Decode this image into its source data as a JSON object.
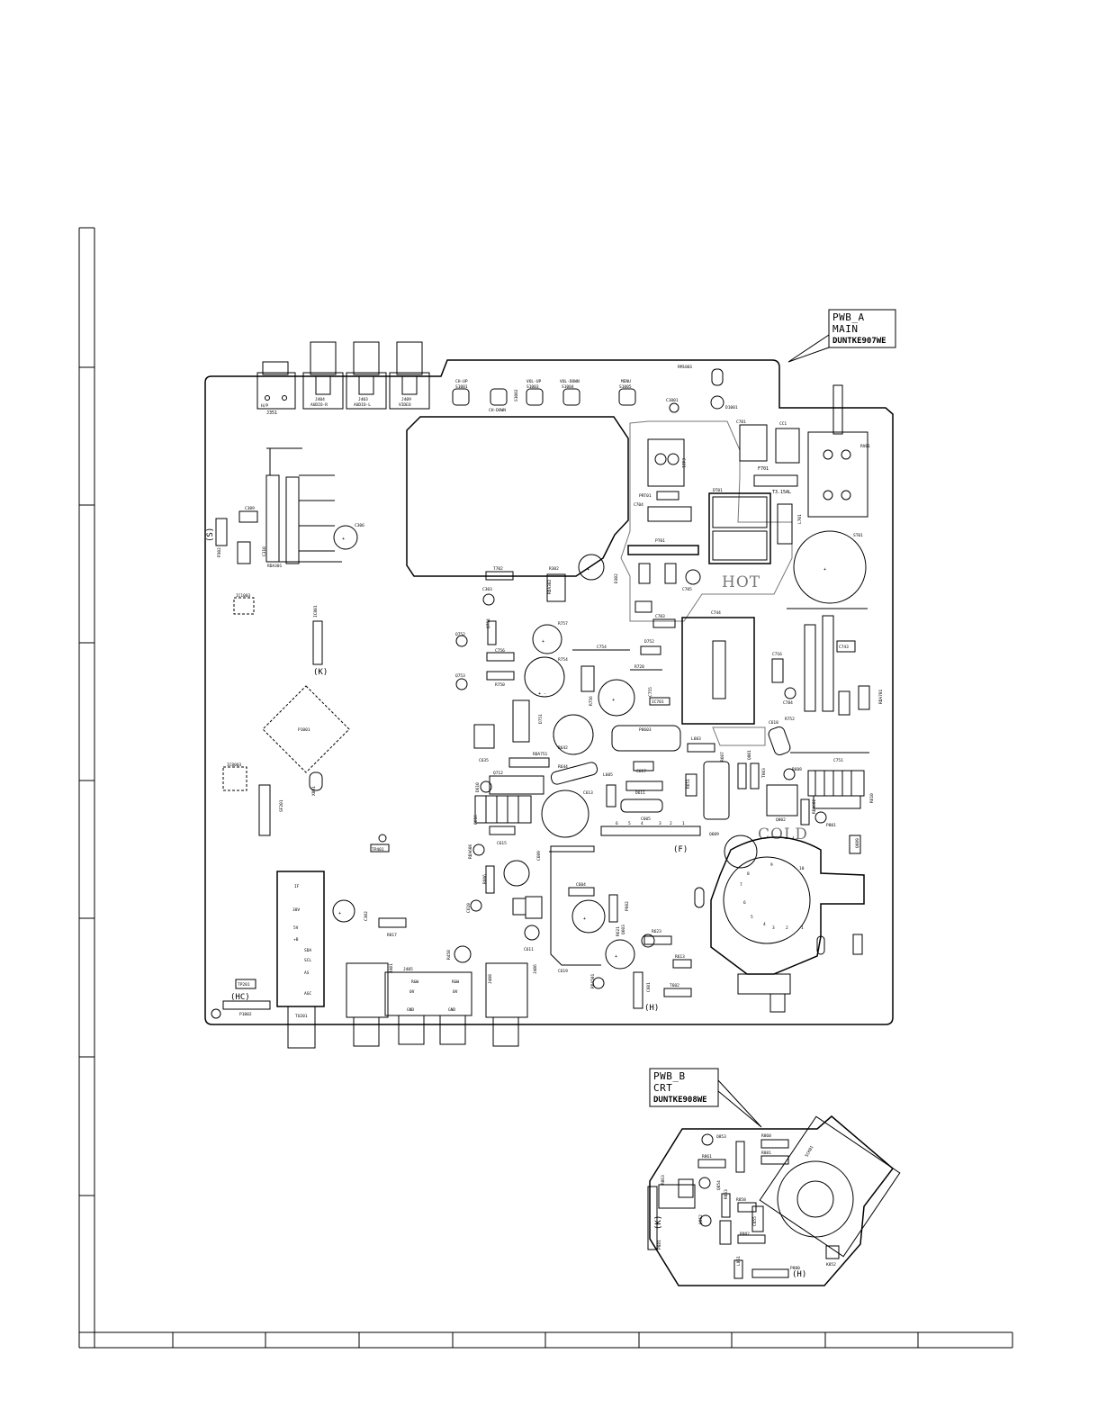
{
  "callouts": {
    "pwb_a": {
      "line1": "PWB_A",
      "line2": "MAIN",
      "code": "DUNTKE907WE"
    },
    "pwb_b": {
      "line1": "PWB_B",
      "line2": "CRT",
      "code": "DUNTKE908WE"
    }
  },
  "zones": {
    "hot": "HOT",
    "cold": "COLD"
  },
  "jacks": [
    {
      "ref": "J351",
      "name": "H/P"
    },
    {
      "ref": "J404",
      "name": "AUDIO-R"
    },
    {
      "ref": "J403",
      "name": "AUDIO-L"
    },
    {
      "ref": "J409",
      "name": "VIDEO"
    }
  ],
  "switches": [
    {
      "name": "CH-UP",
      "ref": "S1001"
    },
    {
      "name": "CH-DOWN",
      "ref": "S1002"
    },
    {
      "name": "VOL-UP",
      "ref": "S1003"
    },
    {
      "name": "VOL-DOWN",
      "ref": "S1004"
    },
    {
      "name": "MENU",
      "ref": "S1005"
    }
  ],
  "connector_labels": {
    "s": "(S)",
    "k": "(K)",
    "f": "(F)",
    "h": "(H)",
    "hc": "(HC)",
    "k2": "(K)",
    "h2": "(H)"
  },
  "fuse": {
    "ref": "F701",
    "rating": "T3.15AL"
  },
  "tuner_pins": [
    "IF",
    "30V",
    "5V",
    "+B",
    "SDA",
    "SCL",
    "AS",
    "AGC"
  ],
  "av_labels": {
    "gnd": "GND",
    "rw": "R&W",
    "ov": "0V"
  },
  "fbt_pins": [
    "10",
    "9",
    "8",
    "7",
    "6",
    "5",
    "4",
    "3",
    "2",
    "1"
  ],
  "p601_pins": [
    "6",
    "5",
    "4",
    "3",
    "2",
    "1"
  ],
  "labels_a": [
    "RM1001",
    "D1001",
    "C1001",
    "C309",
    "C306",
    "C310",
    "P302",
    "IC1003",
    "RDA301",
    "IC301",
    "P1001",
    "IC801",
    "IC8003",
    "X801",
    "SF201",
    "TP401",
    "C302",
    "R817",
    "TP201",
    "P1002",
    "TU201",
    "J401",
    "J405",
    "J408",
    "J406",
    "R458",
    "C421",
    "PRT01",
    "C704",
    "PT01",
    "DT01",
    "L701",
    "C701",
    "CC1",
    "VA701",
    "F702",
    "RV01",
    "ST01",
    "C705",
    "NR701",
    "C707",
    "C703",
    "C744",
    "T702",
    "R302",
    "RDA302",
    "D302",
    "C303",
    "Q752",
    "Q753",
    "Q754",
    "R757",
    "C756",
    "R750",
    "R754",
    "C754",
    "D752",
    "R728",
    "D751",
    "R756",
    "R755",
    "C755",
    "IC701",
    "C743",
    "C716",
    "C784",
    "R714",
    "RDA701",
    "R752",
    "C751",
    "C618",
    "P8603",
    "L603",
    "R642",
    "RDA751",
    "C635",
    "R644",
    "L605",
    "C613",
    "R643",
    "Q712",
    "D611",
    "D610",
    "C617",
    "R651",
    "R607",
    "Q801",
    "T603",
    "R608",
    "Q802",
    "RDA602",
    "P801",
    "R610",
    "Q609",
    "Q671",
    "C615",
    "RDA606",
    "C619",
    "R633",
    "C616",
    "C609",
    "C605",
    "R606",
    "R622",
    "C611",
    "C604",
    "R623",
    "R621",
    "Q603",
    "P602",
    "R613",
    "RDA501",
    "C601",
    "T602",
    "C619"
  ],
  "labels_b": [
    "Q853",
    "R860",
    "R861",
    "R881",
    "SCK01",
    "Q854",
    "R853",
    "Q852",
    "R858",
    "R882",
    "C855",
    "L851",
    "P880",
    "K852",
    "R863",
    "P881",
    "R862",
    "R854",
    "R857"
  ]
}
